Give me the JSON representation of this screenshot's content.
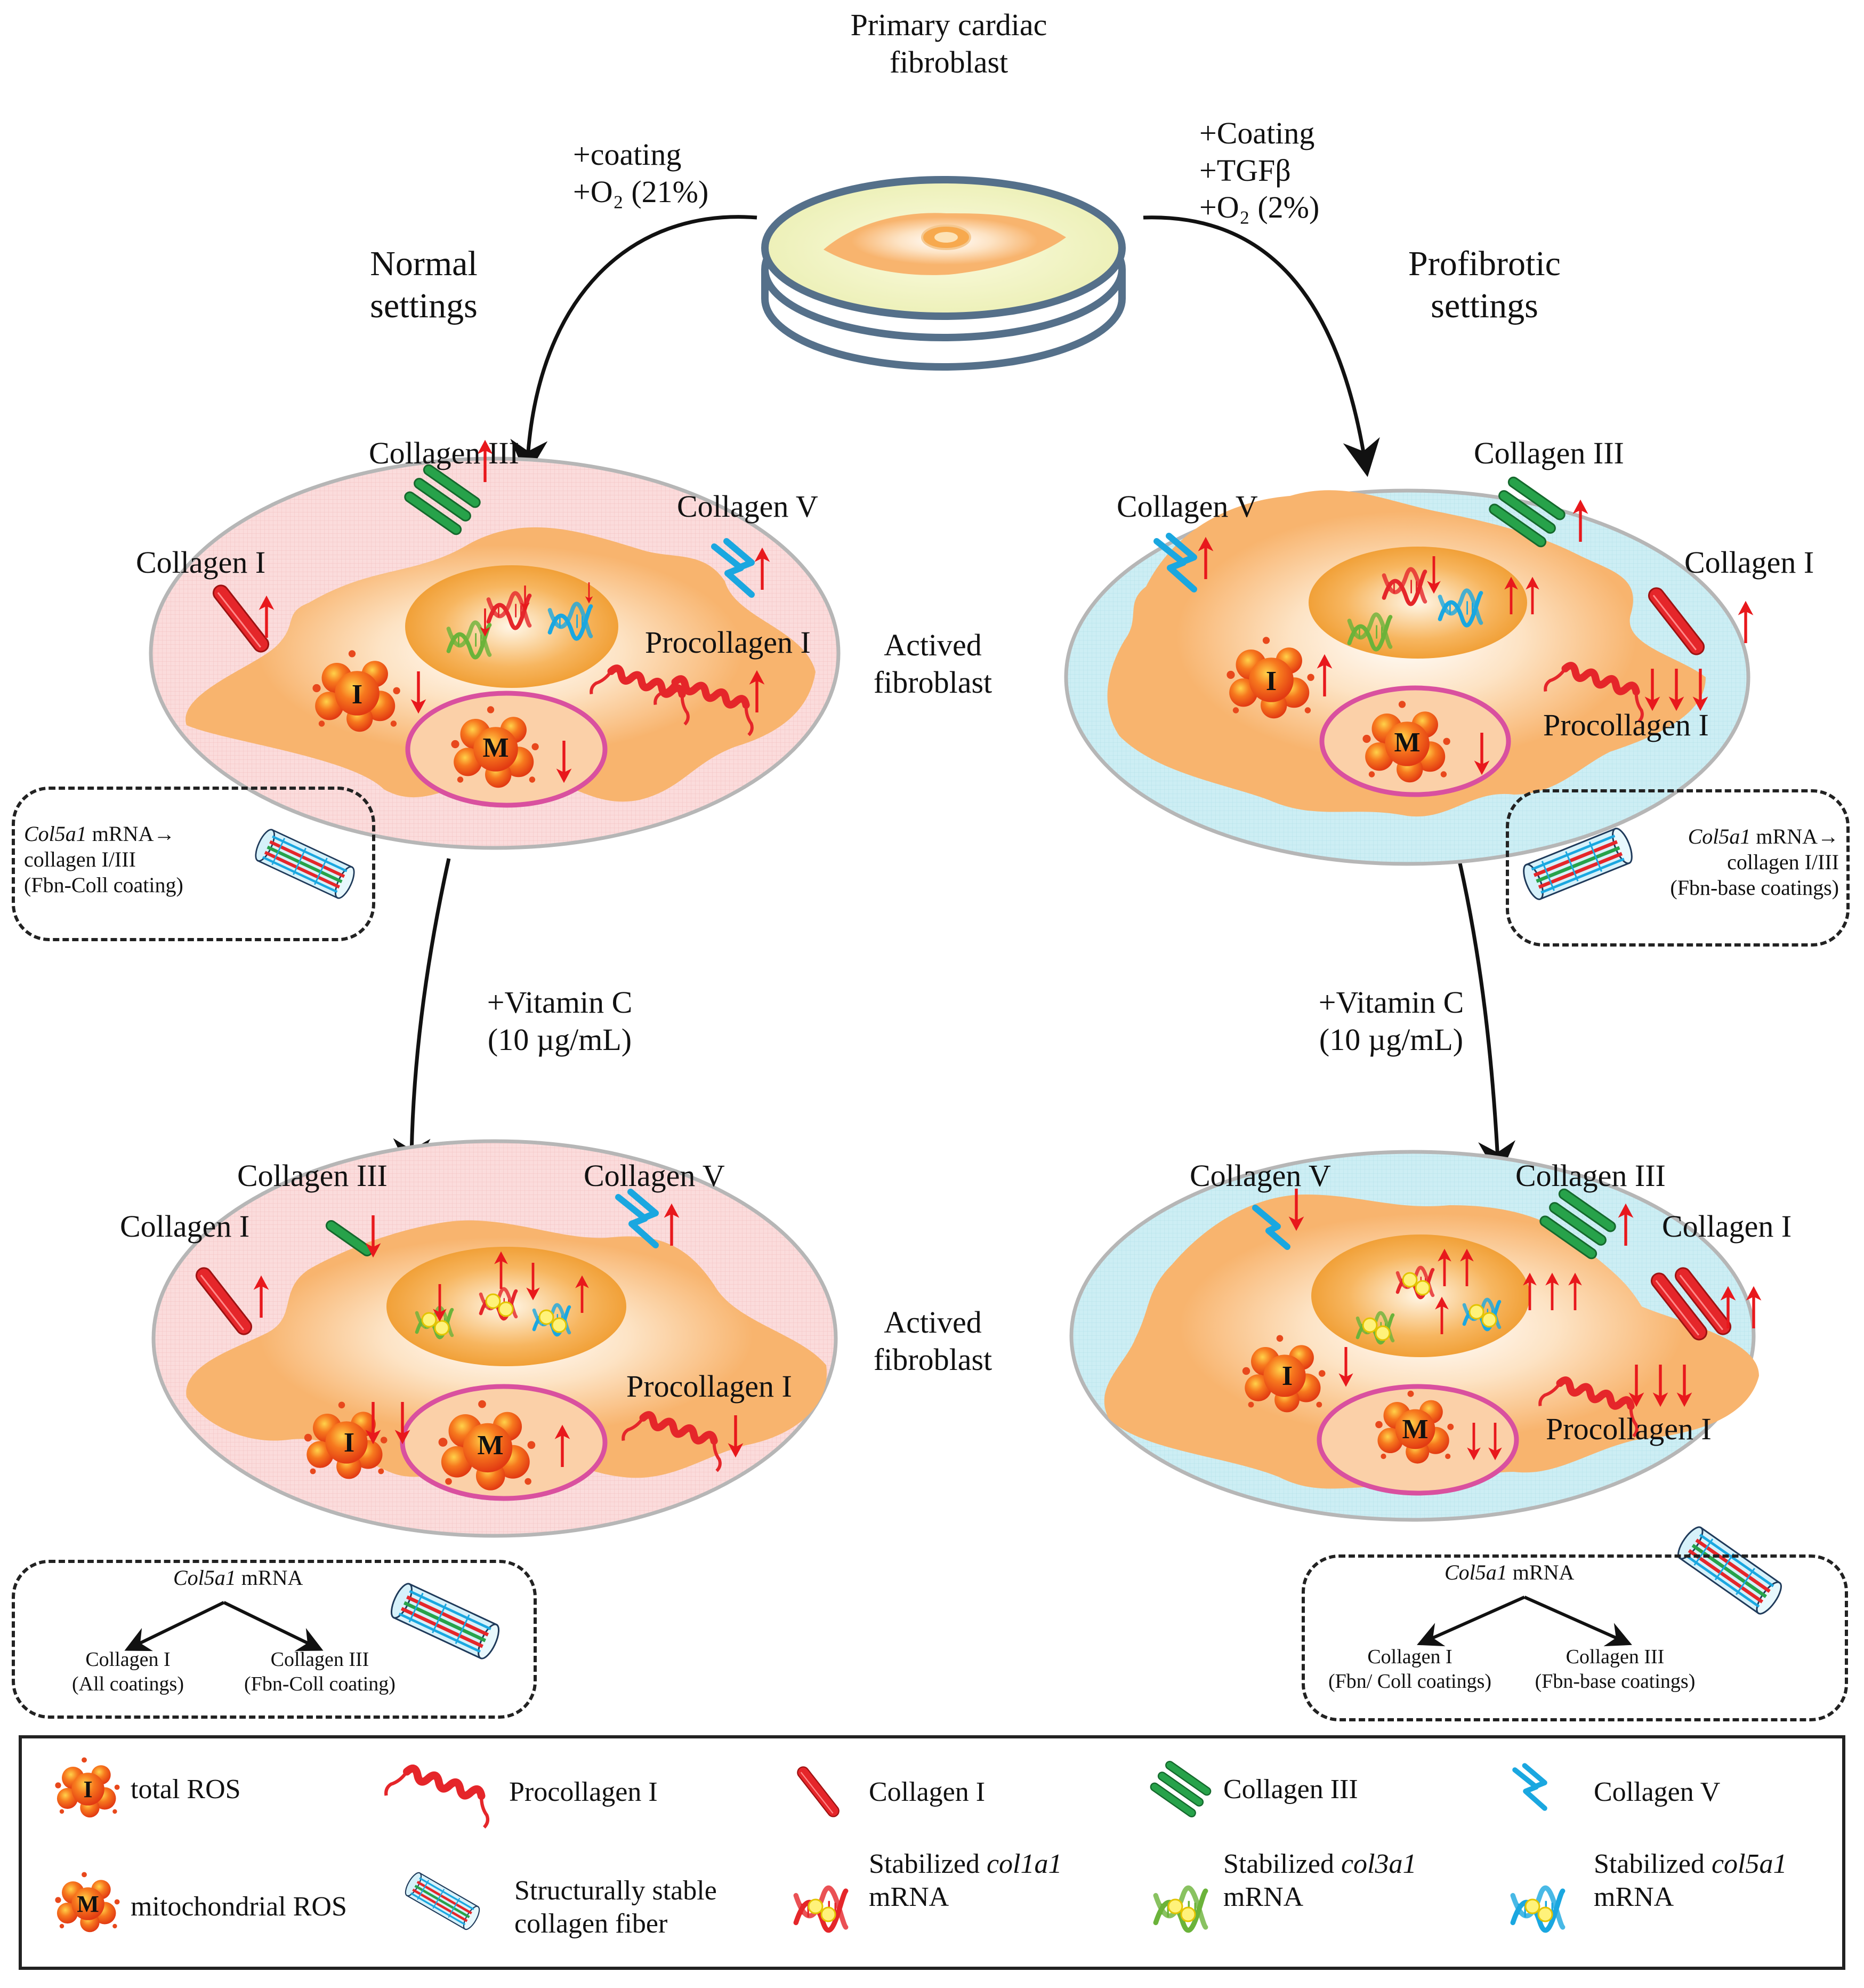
{
  "top": {
    "dish_label": "Primary cardiac\nfibroblast",
    "left_conditions": [
      "+coating",
      "+O₂ (21%)"
    ],
    "right_conditions": [
      "+Coating",
      "+TGFβ",
      "+O₂ (2%)"
    ],
    "left_setting": "Normal\nsettings",
    "right_setting": "Profibrotic\nsettings"
  },
  "labels": {
    "collagen_i": "Collagen I",
    "collagen_iii": "Collagen III",
    "collagen_v": "Collagen V",
    "procollagen_i": "Procollagen I",
    "activated": "Actived\nfibroblast",
    "vitamin_c": "+Vitamin C",
    "vitamin_c_dose": "(10 µg/mL)",
    "ros_total_marker": "I",
    "ros_mito_marker": "M"
  },
  "boxes": {
    "left_top": {
      "gene": "Col5a1",
      "text1": " mRNA→",
      "text2": "collagen I/III",
      "text3": "(Fbn-Coll coating)"
    },
    "right_top": {
      "gene": "Col5a1",
      "text1": " mRNA→",
      "text2": "collagen I/III",
      "text3": "(Fbn-base coatings)"
    },
    "left_bottom": {
      "gene": "Col5a1",
      "text1": " mRNA",
      "b1_1": "Collagen I",
      "b1_2": "(All coatings)",
      "b2_1": "Collagen III",
      "b2_2": "(Fbn-Coll coating)"
    },
    "right_bottom": {
      "gene": "Col5a1",
      "text1": " mRNA",
      "b1_1": "Collagen I",
      "b1_2": "(Fbn/ Coll coatings)",
      "b2_1": "Collagen III",
      "b2_2": "(Fbn-base coatings)"
    }
  },
  "legend": {
    "total_ros": "total ROS",
    "mito_ros": "mitochondrial ROS",
    "procollagen": "Procollagen I",
    "fiber_1": "Structurally stable",
    "fiber_2": "collagen fiber",
    "collagen_i": "Collagen I",
    "collagen_iii": "Collagen III",
    "collagen_v": "Collagen V",
    "stab_prefix": "Stabilized ",
    "col1a1": "col1a1",
    "col3a1": "col3a1",
    "col5a1": "col5a1",
    "mrna": "mRNA"
  },
  "colors": {
    "normal_bg": "#f9d9d9",
    "profibrotic_bg": "#c8ebf2",
    "cell_body": "#f8b46e",
    "collagen_i": "#e5262a",
    "collagen_iii": "#27a24a",
    "collagen_v": "#1aa7e0",
    "mitochondria_ring": "#d9509f",
    "arrow": "#e8181c"
  }
}
